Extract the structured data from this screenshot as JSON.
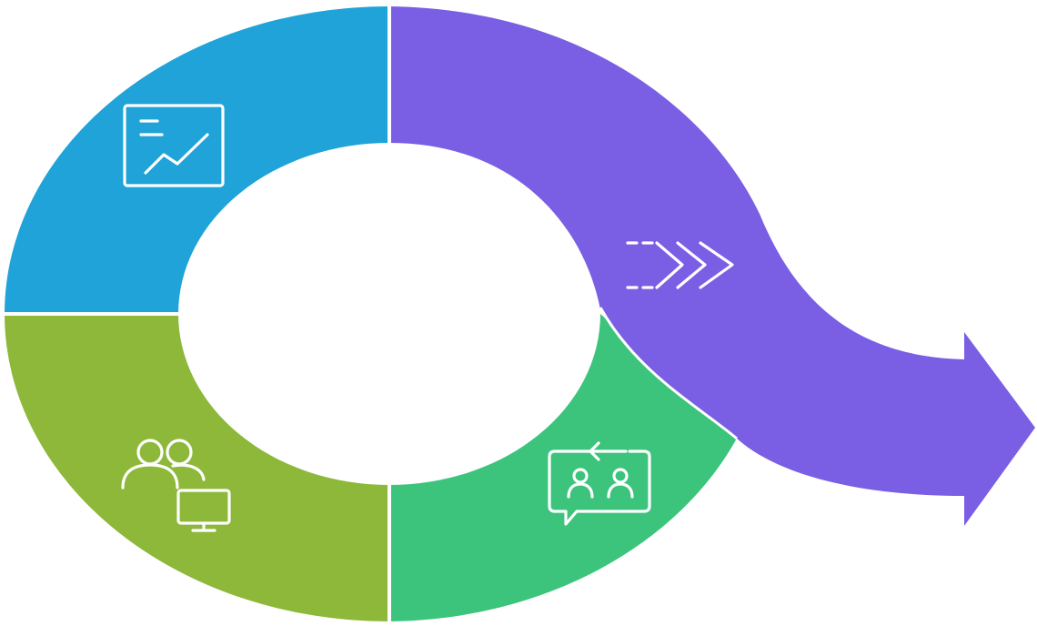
{
  "diagram": {
    "type": "cycle-with-exit-arrow",
    "segments": [
      {
        "id": "top-left",
        "color": "#1fa3d8",
        "icon": "analytics-chart-icon"
      },
      {
        "id": "bottom-left",
        "color": "#8db83a",
        "icon": "team-computer-icon"
      },
      {
        "id": "bottom-right",
        "color": "#3cc47c",
        "icon": "user-exchange-chat-icon"
      },
      {
        "id": "exit-arrow",
        "color": "#7a5ee3",
        "icon": "forward-chevrons-icon"
      }
    ],
    "background": "#ffffff",
    "divider_color": "#ffffff"
  }
}
